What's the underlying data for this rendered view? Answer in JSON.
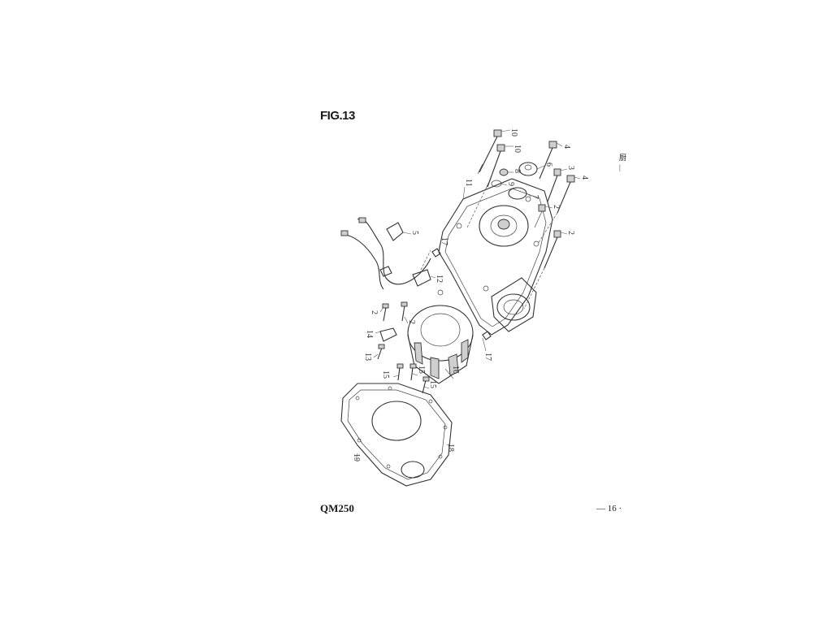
{
  "header": {
    "figure_title": "FIG.13"
  },
  "footer": {
    "model": "QM250",
    "page_number": "— 16 ·"
  },
  "edge_mark": "厨\n|",
  "callouts": [
    "10",
    "10",
    "4",
    "6",
    "8",
    "9",
    "3",
    "4",
    "7",
    "11",
    "2",
    "2",
    "5",
    "17",
    "12",
    "2",
    "2",
    "14",
    "13",
    "17",
    "16",
    "15",
    "15",
    "15",
    "18",
    "19"
  ]
}
